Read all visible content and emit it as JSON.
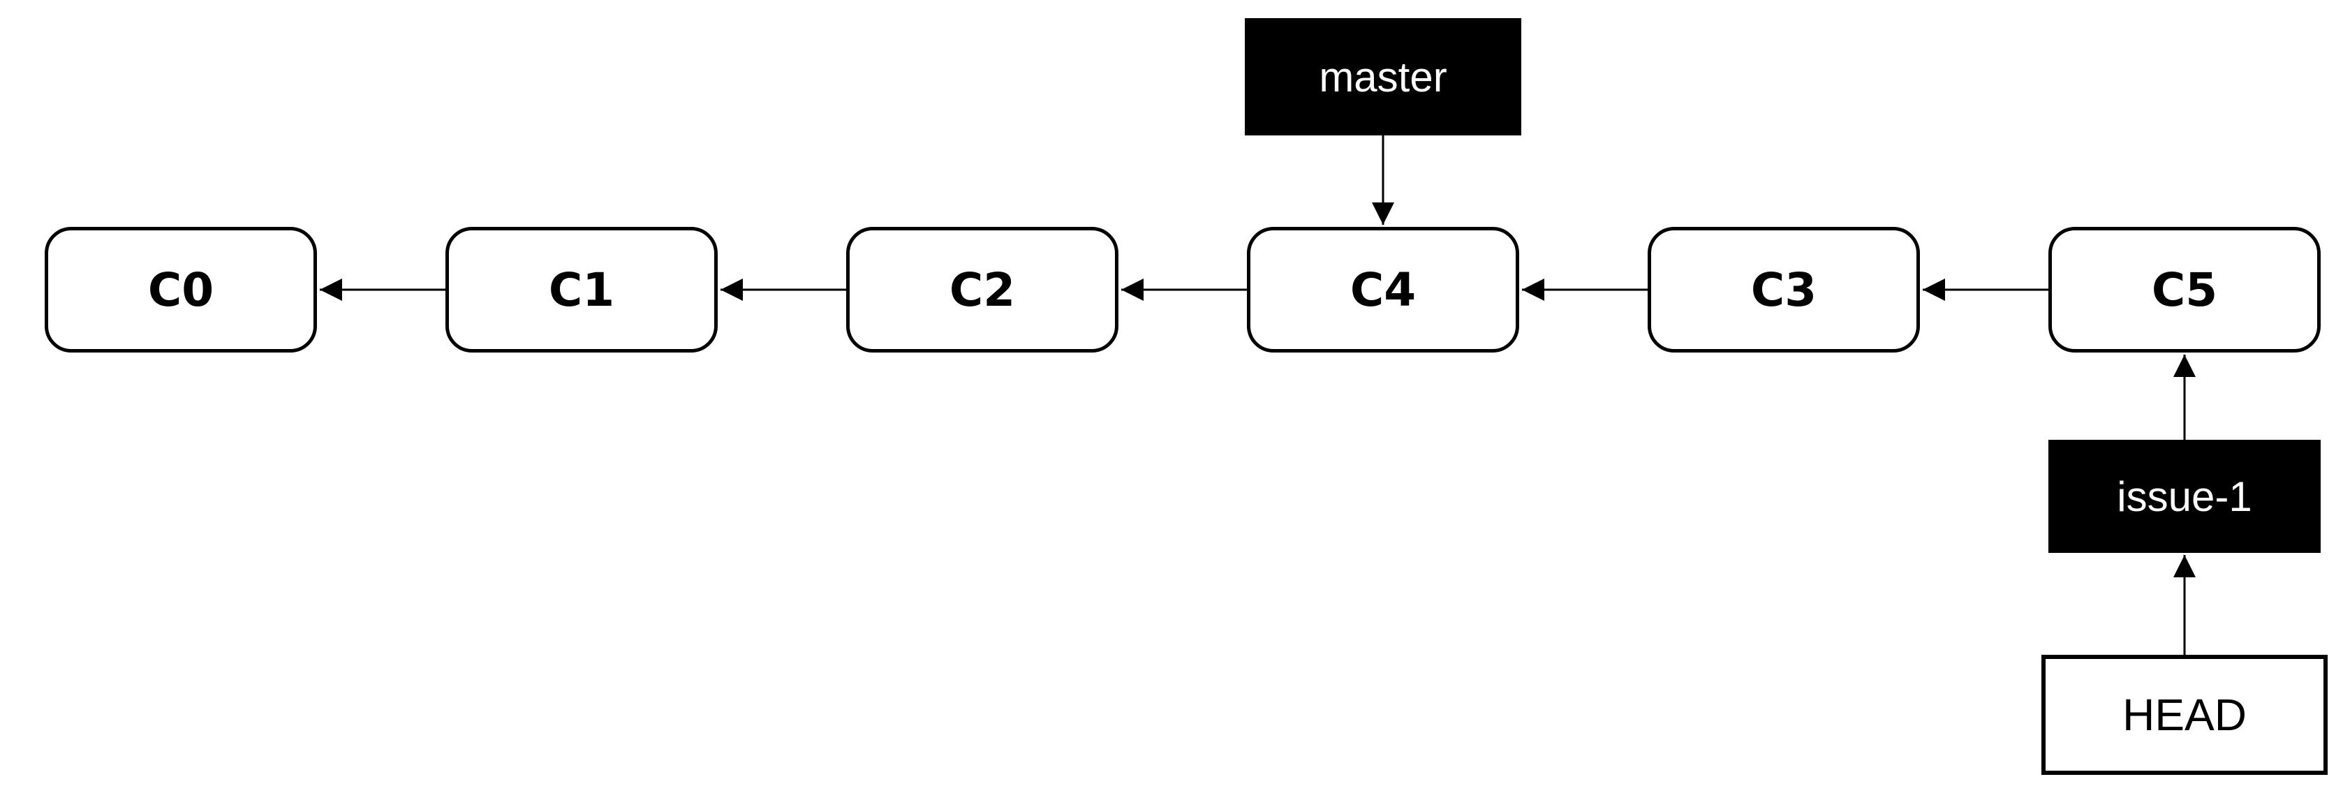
{
  "diagram": {
    "type": "git-commit-graph",
    "commits": [
      {
        "label": "C0"
      },
      {
        "label": "C1"
      },
      {
        "label": "C2"
      },
      {
        "label": "C4"
      },
      {
        "label": "C3"
      },
      {
        "label": "C5"
      }
    ],
    "branch_tags": [
      {
        "label": "master",
        "points_to": "C4"
      },
      {
        "label": "issue-1",
        "points_to": "C5"
      }
    ],
    "head_tag": {
      "label": "HEAD",
      "points_to": "issue-1"
    },
    "parent_edges": [
      {
        "from": "C1",
        "to": "C0"
      },
      {
        "from": "C2",
        "to": "C1"
      },
      {
        "from": "C4",
        "to": "C2"
      },
      {
        "from": "C3",
        "to": "C4"
      },
      {
        "from": "C5",
        "to": "C3"
      }
    ],
    "ref_edges": [
      {
        "from": "master",
        "to": "C4",
        "direction": "down"
      },
      {
        "from": "issue-1",
        "to": "C5",
        "direction": "up"
      },
      {
        "from": "HEAD",
        "to": "issue-1",
        "direction": "up"
      }
    ],
    "colors": {
      "background": "#ffffff",
      "commit_fill": "#ffffff",
      "commit_border": "#000000",
      "commit_text": "#000000",
      "tag_fill": "#000000",
      "tag_text": "#ffffff",
      "head_fill": "#ffffff",
      "head_border": "#000000",
      "head_text": "#000000",
      "arrow": "#000000"
    }
  }
}
